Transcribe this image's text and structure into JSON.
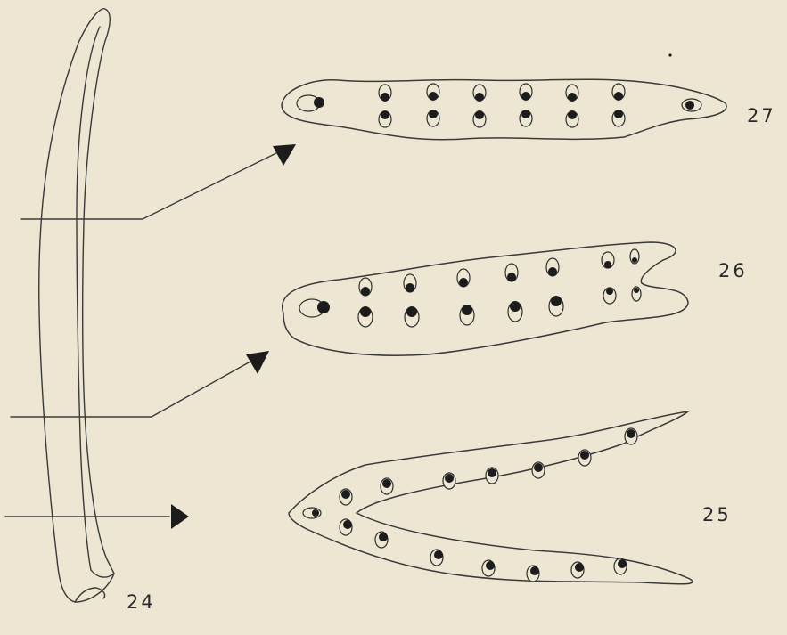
{
  "figure_labels": {
    "fig24": "24",
    "fig25": "25",
    "fig26": "26",
    "fig27": "27"
  }
}
